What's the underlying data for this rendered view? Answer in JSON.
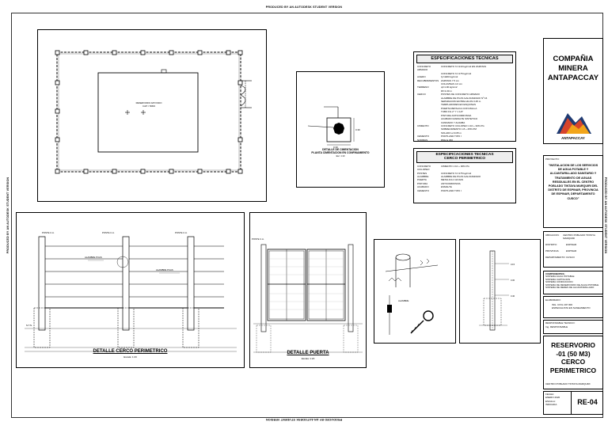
{
  "watermark": "PRODUCED BY AN AUTODESK STUDENT VERSION",
  "plan": {
    "label_line1": "RESERVORIO APOYADO",
    "label_line2": "CAP = 50M3"
  },
  "foundation": {
    "title_line1": "DETALLE DE CIMENTACION",
    "title_line2": "PLANTA CIMENTACION EN CONFINAMIENTO",
    "scale": "Esc: 1:10"
  },
  "spec1": {
    "title": "ESPECIFICACIONES TECNICAS",
    "rows": [
      {
        "k": "CONCRETO ARMADO",
        "v": "CONCRETO f'c=210 kg/cm2 EN ZAPATAS"
      },
      {
        "k": "",
        "v": "CONCRETO f'c=175 kg/cm2"
      },
      {
        "k": "ACERO",
        "v": "fy=4200 kg/cm2"
      },
      {
        "k": "RECUBRIMIENTOS",
        "v": "ZAPATAS 7.5 cm"
      },
      {
        "k": "",
        "v": "COLUMNAS 4.0 cm"
      },
      {
        "k": "TERRENO",
        "v": "qt=1.00 kg/cm2"
      },
      {
        "k": "",
        "v": "Df=1.00 m"
      },
      {
        "k": "CERCO",
        "v": "POSTES DE CONCRETO ARMADO"
      },
      {
        "k": "",
        "v": "ALAMBRE DE PUAS GALVANIZADO Nº 16"
      },
      {
        "k": "",
        "v": "SEPARACION ENTRE HILOS 0.25 m"
      },
      {
        "k": "",
        "v": "TEMPLADORES EN ESQUINAS"
      },
      {
        "k": "",
        "v": "PUERTA METALICA CON MALLA"
      },
      {
        "k": "",
        "v": "TUBO FG 2\" Y 1 1/2\""
      },
      {
        "k": "",
        "v": "PINTURA ANTICORROSIVA"
      },
      {
        "k": "",
        "v": "ACABADO ESMALTE SINTETICO"
      },
      {
        "k": "",
        "v": "CANDADO Y ALDABA"
      },
      {
        "k": "CIMIENTO",
        "v": "CONCRETO CICLOPEO 1:10 + 30% PG"
      },
      {
        "k": "",
        "v": "SOBRECIMIENTO 1:8 + 25% PM"
      },
      {
        "k": "",
        "v": "SOLADO e=0.05 m"
      },
      {
        "k": "CEMENTO",
        "v": "PORTLAND TIPO I"
      },
      {
        "k": "NORMAS",
        "v": "RNE E.060"
      }
    ]
  },
  "spec2": {
    "title_line1": "ESPECIFICACIONES TECNICAS",
    "title_line2": "CERCO PERIMETRICO",
    "rows": [
      {
        "k": "CONCRETO CICLOPEO",
        "v": "CIMIENTO 1:10 + 30% PG"
      },
      {
        "k": "POSTES",
        "v": "CONCRETO f'c=175 kg/cm2"
      },
      {
        "k": "ALAMBRE",
        "v": "ALAMBRE DE PUAS GALVANIZADO"
      },
      {
        "k": "PUERTA",
        "v": "METALICA 2 HOJAS"
      },
      {
        "k": "PINTURA",
        "v": "ANTICORROSIVA"
      },
      {
        "k": "ACABADO",
        "v": "ESMALTE"
      },
      {
        "k": "CEMENTO",
        "v": "PORTLAND TIPO I"
      }
    ]
  },
  "cerco": {
    "caption": "DETALLE CERCO PERIMETRICO",
    "scale": "Escala: 1:20"
  },
  "puerta": {
    "caption": "DETALLE PUERTA",
    "scale": "Escala: 1:20"
  },
  "title_block": {
    "company": "COMPAÑIA MINERA ANTAPACCAY",
    "logo_text": "ANTAPACCAY",
    "project_label": "PROYECTO:",
    "project": "\"INSTALACION DE LOS SERVICIOS DE AGUA POTABLE Y ALCANTARILLADO SANITARIO Y TRATAMIENTO DE AGUAS RESIDUALES EN EL CENTRO POBLADO TINTAYA MARQUIRI DEL DISTRITO DE ESPINAR, PROVINCIA DE ESPINAR, DEPARTAMENTO CUSCO\"",
    "location_rows": [
      {
        "k": "UBICACION:",
        "v": "CENTRO POBLADO TINTAYA MARQUIRI"
      },
      {
        "k": "DISTRITO:",
        "v": "ESPINAR"
      },
      {
        "k": "PROVINCIA:",
        "v": "ESPINAR"
      },
      {
        "k": "DEPARTAMENTO:",
        "v": "CUSCO"
      }
    ],
    "notes_label": "COMPONENTES:",
    "notes": [
      "SISTEMA AGUA POTABLE",
      "SISTEMA CAPTACION",
      "SISTEMA CONDUCCION",
      "SISTEMA DE RESERVORIO DE AGUA POTABLE",
      "SISTEMA DE REDES DE ALCANTARILLADO"
    ],
    "prepared_label": "ELABORADO:",
    "prepared_lines": [
      "ING. CIVIL CIP 000",
      "ESPECIALISTA EN SANEAMIENTO"
    ],
    "drawn_label": "RESPONSABLE TECNICO:",
    "drawn_value": "Ing. RESPONSABLE",
    "sheet_title": "RESERVORIO -01 (50 M3) CERCO PERIMETRICO",
    "sheet_sub": "CENTRO POBLADO TINTAYA MARQUIRI",
    "date_label": "FECHA:",
    "date_value": "ENERO 2020",
    "scale_label": "ESCALA:",
    "scale_value": "INDICADA",
    "sheet_no": "RE-04"
  }
}
